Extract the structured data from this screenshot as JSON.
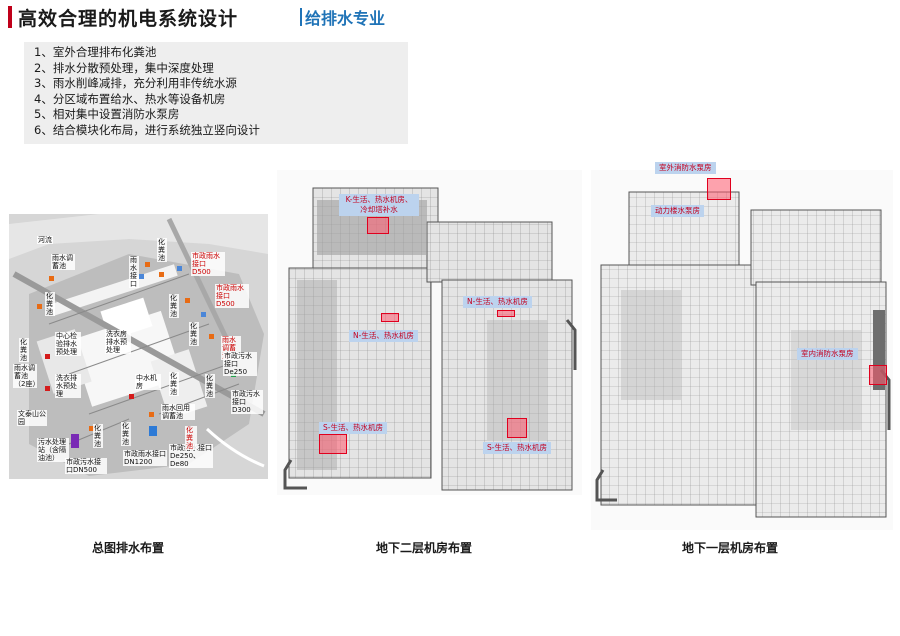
{
  "header": {
    "title": "高效合理的机电系统设计",
    "subtitle": "给排水专业"
  },
  "points": [
    "1、室外合理排布化粪池",
    "2、排水分散预处理，集中深度处理",
    "3、雨水削峰减排，充分利用非传统水源",
    "4、分区域布置给水、热水等设备机房",
    "5、相对集中设置消防水泵房",
    "6、结合模块化布局，进行系统独立竖向设计"
  ],
  "site_plan": {
    "caption": "总图排水布置",
    "labels": [
      "河流",
      "化粪池",
      "雨水接口",
      "雨水调蓄池",
      "化粪池",
      "市政雨水接口D500",
      "化粪池",
      "市政雨水接口D500",
      "化粪池",
      "中心检验排水预处理",
      "洗衣房排水预处理",
      "化粪池",
      "洗衣排水预处理",
      "中水机房",
      "化粪池",
      "化粪池",
      "雨水调蓄池",
      "市政污水接口De250",
      "雨水调蓄池（2座）",
      "化粪池",
      "文泰山公园",
      "污水处理站（含隔油池）",
      "化粪池",
      "雨水回用调蓄池",
      "市政污水接口DN500",
      "市政雨水接口DN1200",
      "市政给水接口De250、De80",
      "化粪池",
      "市政污水接口D300"
    ]
  },
  "b2_plan": {
    "caption": "地下二层机房布置",
    "tags": [
      "K-生活、热水机房、冷却塔补水",
      "N-生活、热水机房",
      "N-生活、热水机房",
      "S-生活、热水机房",
      "S-生活、热水机房"
    ]
  },
  "b1_plan": {
    "caption": "地下一层机房布置",
    "tags": [
      "室外消防水泵房",
      "动力楼水泵房",
      "室内消防水泵房"
    ]
  },
  "colors": {
    "accent_red": "#c0001a",
    "accent_blue": "#1f73b7",
    "tag_bg": "#bcd3ee",
    "room_red": "#e0001e"
  }
}
